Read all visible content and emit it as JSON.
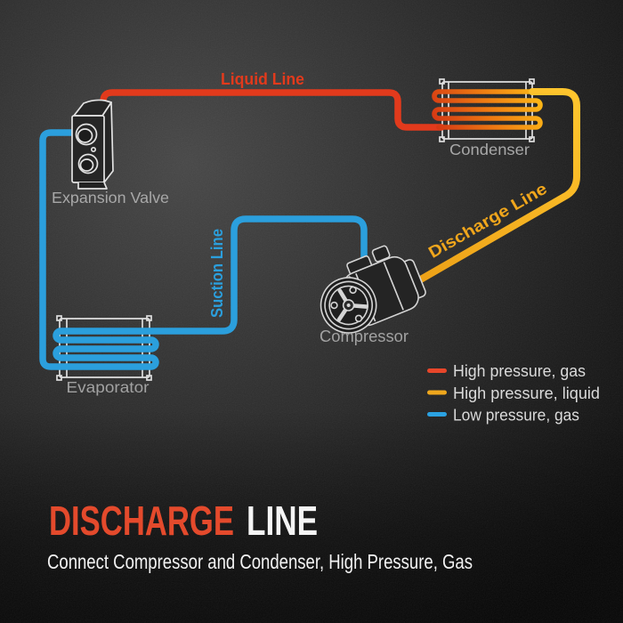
{
  "diagram": {
    "labels": {
      "liquid_line": "Liquid Line",
      "condenser": "Condenser",
      "discharge_line": "Discharge Line",
      "compressor": "Compressor",
      "suction_line": "Suction Line",
      "evaporator": "Evaporator",
      "expansion_valve": "Expansion Valve"
    },
    "line_colors": {
      "liquid": "#e23a1c",
      "discharge": "#f0a61c",
      "suction": "#2b9fdd"
    }
  },
  "legend": {
    "items": [
      {
        "icon": "red-dash",
        "color": "#e8462a",
        "label": "High pressure, gas"
      },
      {
        "icon": "orange-dash",
        "color": "#efa71d",
        "label": "High pressure, liquid"
      },
      {
        "icon": "blue-dash",
        "color": "#2ba2e2",
        "label": "Low pressure, gas"
      }
    ]
  },
  "footer": {
    "title_accent": "DISCHARGE",
    "title_rest": "LINE",
    "accent_color": "#e44a2c",
    "subtitle": "Connect Compressor and Condenser, High Pressure, Gas"
  }
}
